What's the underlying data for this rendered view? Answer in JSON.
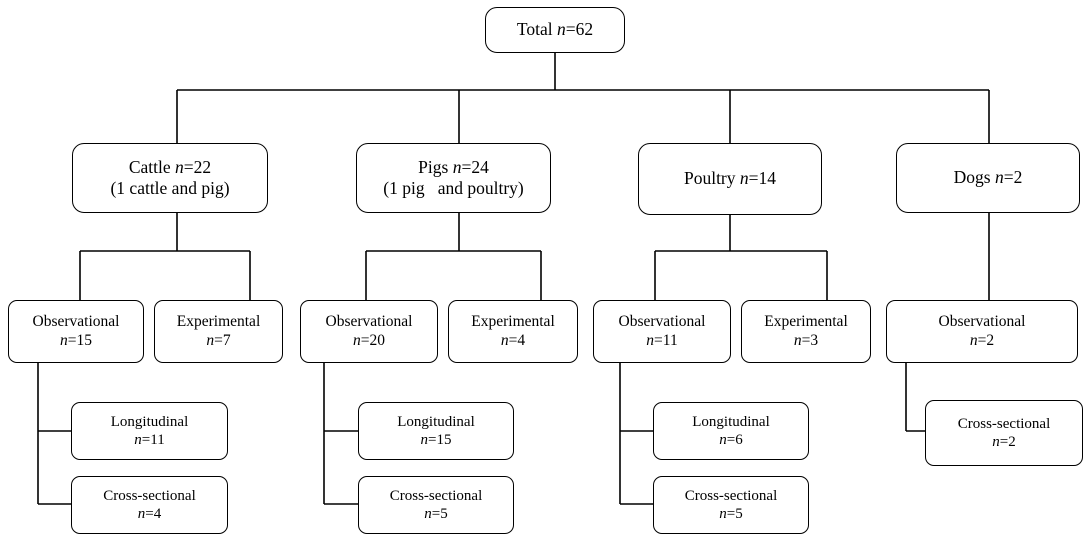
{
  "nodes": {
    "total": {
      "label": "Total ",
      "n": "62"
    },
    "cattle": {
      "label": "Cattle ",
      "n": "22",
      "note": "(1 cattle and pig)"
    },
    "pigs": {
      "label": "Pigs ",
      "n": "24",
      "note": "(1 pig   and poultry)"
    },
    "poultry": {
      "label": "Poultry ",
      "n": "14"
    },
    "dogs": {
      "label": "Dogs ",
      "n": "2"
    },
    "cattle_obs": {
      "label": "Observational",
      "n": "15"
    },
    "cattle_exp": {
      "label": "Experimental",
      "n": "7"
    },
    "pigs_obs": {
      "label": "Observational",
      "n": "20"
    },
    "pigs_exp": {
      "label": "Experimental",
      "n": "4"
    },
    "poultry_obs": {
      "label": "Observational",
      "n": "11"
    },
    "poultry_exp": {
      "label": "Experimental",
      "n": "3"
    },
    "dogs_obs": {
      "label": "Observational",
      "n": "2"
    },
    "cattle_long": {
      "label": "Longitudinal",
      "n": "11"
    },
    "cattle_cross": {
      "label": "Cross-sectional",
      "n": "4"
    },
    "pigs_long": {
      "label": "Longitudinal",
      "n": "15"
    },
    "pigs_cross": {
      "label": "Cross-sectional",
      "n": "5"
    },
    "poultry_long": {
      "label": "Longitudinal",
      "n": "6"
    },
    "poultry_cross": {
      "label": "Cross-sectional",
      "n": "5"
    },
    "dogs_cross": {
      "label": "Cross-sectional",
      "n": "2"
    }
  },
  "n_symbol": "n",
  "equals": "="
}
